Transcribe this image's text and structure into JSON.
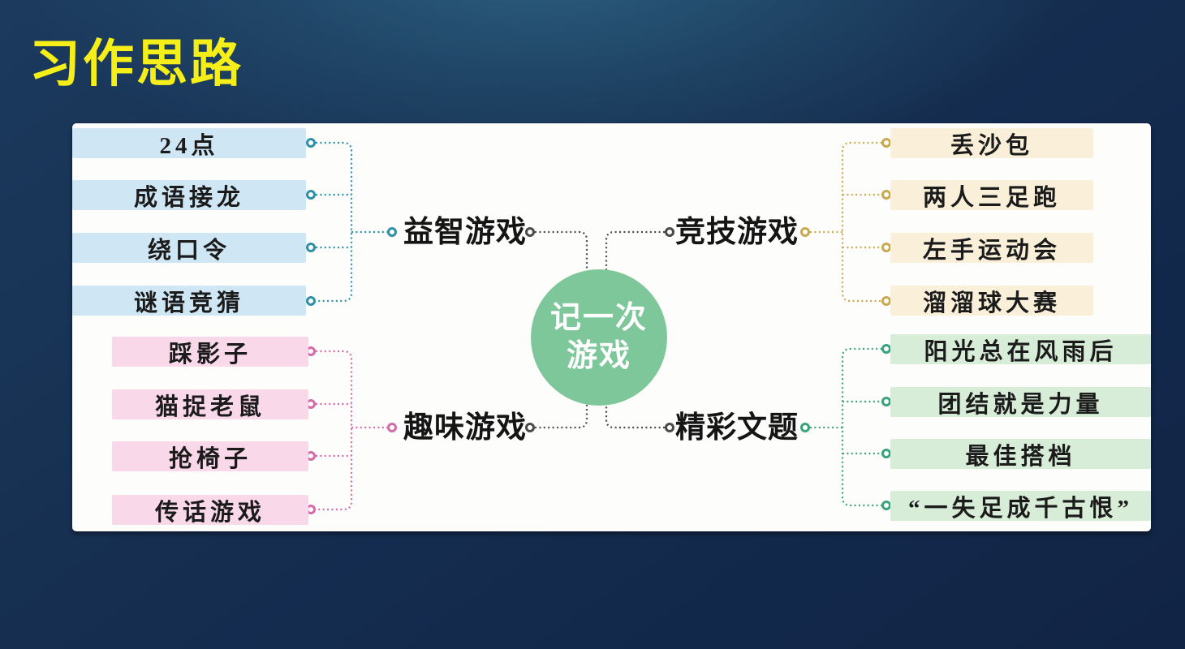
{
  "title": "习作思路",
  "center": {
    "line1": "记一次",
    "line2": "游戏",
    "bg": "#7ec79a",
    "text_color": "#ffffff"
  },
  "branches": [
    {
      "label": "益智游戏",
      "line_color": "#2f8fa6",
      "box_bg": "#cfe7f4",
      "items": [
        "24点",
        "成语接龙",
        "绕口令",
        "谜语竞猜"
      ]
    },
    {
      "label": "竞技游戏",
      "line_color": "#c9a94f",
      "box_bg": "#faf0d9",
      "items": [
        "丢沙包",
        "两人三足跑",
        "左手运动会",
        "溜溜球大赛"
      ]
    },
    {
      "label": "趣味游戏",
      "line_color": "#d36ba6",
      "box_bg": "#f9d9e9",
      "items": [
        "踩影子",
        "猫捉老鼠",
        "抢椅子",
        "传话游戏"
      ]
    },
    {
      "label": "精彩文题",
      "line_color": "#3aa37e",
      "box_bg": "#d8edd8",
      "items": [
        "阳光总在风雨后",
        "团结就是力量",
        "最佳搭档",
        "“一失足成千古恨”"
      ]
    }
  ],
  "colors": {
    "trunk_line": "#4a4a4a",
    "title_yellow": "#f5ee18",
    "background_navy": "#132a4d",
    "panel_bg": "#fdfdfc"
  }
}
